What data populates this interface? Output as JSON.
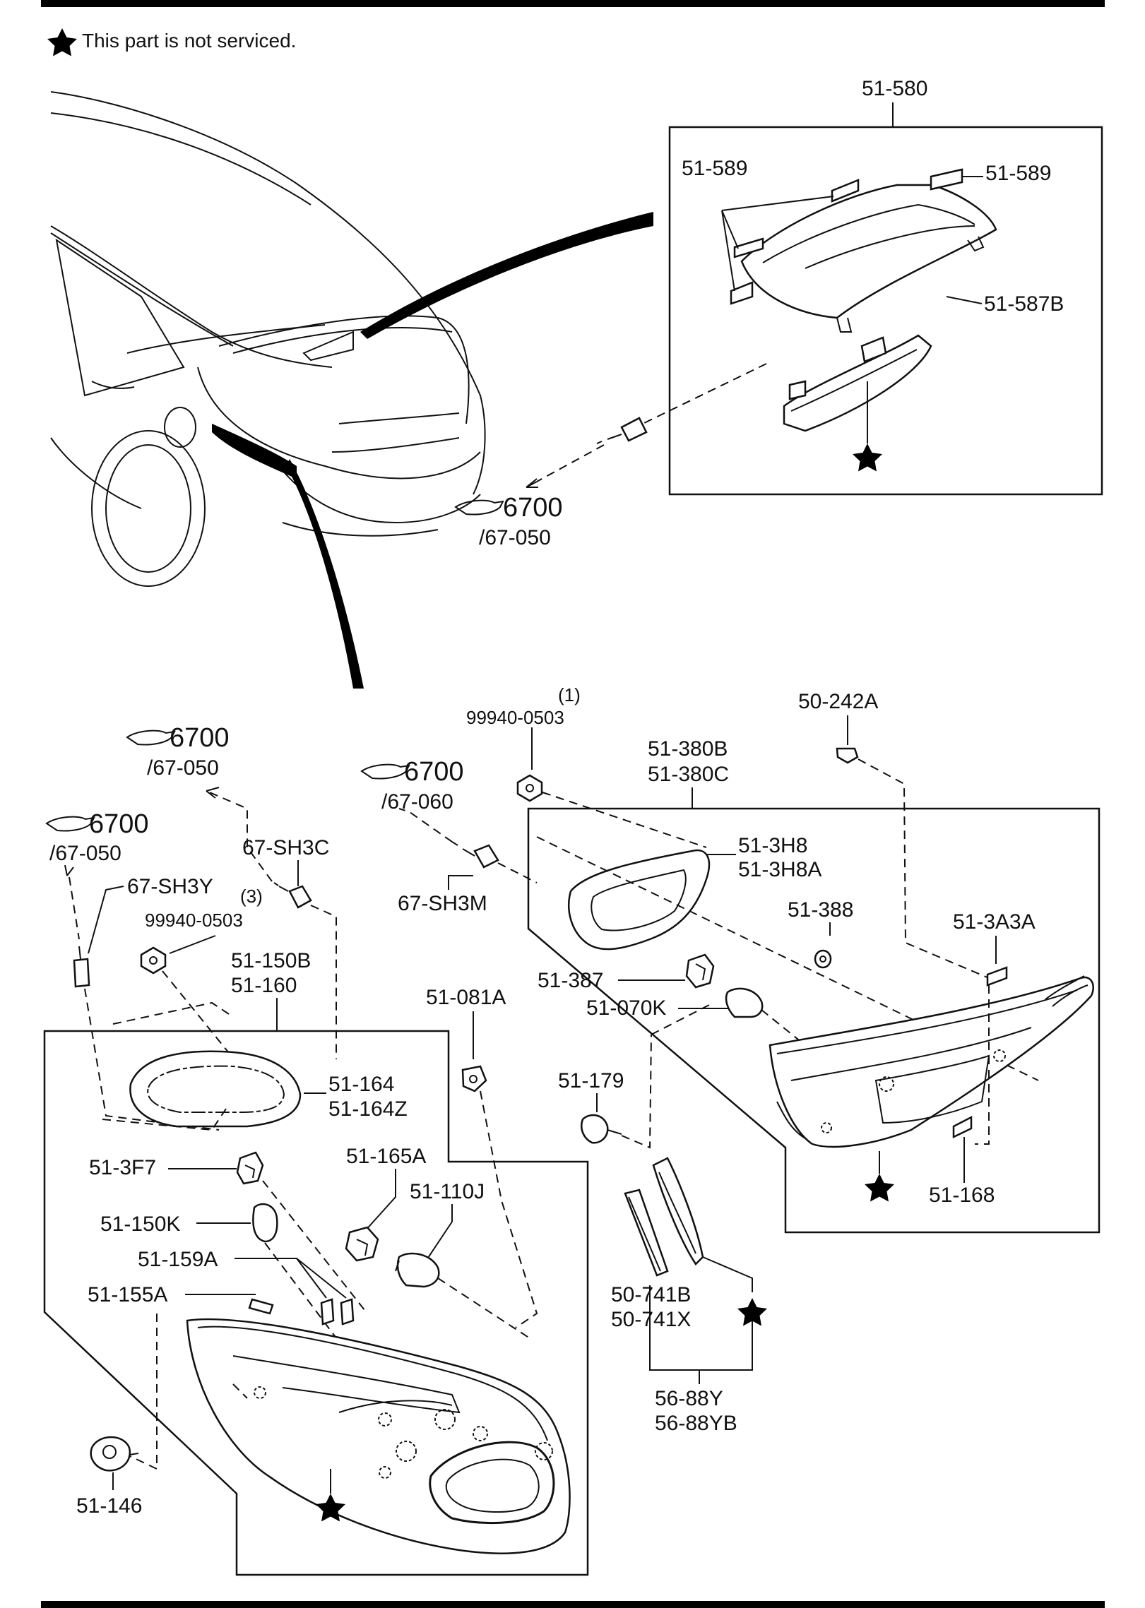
{
  "note": {
    "text": "This part is not serviced."
  },
  "references": [
    {
      "id": "ref-6700-top",
      "num": "6700",
      "sub": "/67-050"
    },
    {
      "id": "ref-6700-left-a",
      "num": "6700",
      "sub": "/67-050"
    },
    {
      "id": "ref-6700-left-b",
      "num": "6700",
      "sub": "/67-050"
    },
    {
      "id": "ref-6700-mid",
      "num": "6700",
      "sub": "/67-060"
    }
  ],
  "labels": {
    "p51_580": "51-580",
    "p51_589_a": "51-589",
    "p51_589_b": "51-589",
    "p51_587B": "51-587B",
    "p99940_0503_top": "99940-0503",
    "p99940_0503_top_qty": "(1)",
    "p50_242A": "50-242A",
    "p51_380B": "51-380B",
    "p51_380C": "51-380C",
    "p67_SH3C": "67-SH3C",
    "p67_SH3Y": "67-SH3Y",
    "p67_SH3M": "67-SH3M",
    "p51_3H8": "51-3H8",
    "p51_3H8A": "51-3H8A",
    "p51_388": "51-388",
    "p51_3A3A": "51-3A3A",
    "p51_387": "51-387",
    "p51_070K": "51-070K",
    "p99940_0503_left": "99940-0503",
    "p99940_0503_left_qty": "(3)",
    "p51_150B": "51-150B",
    "p51_160": "51-160",
    "p51_081A": "51-081A",
    "p51_164": "51-164",
    "p51_164Z": "51-164Z",
    "p51_179": "51-179",
    "p51_168": "51-168",
    "p51_3F7": "51-3F7",
    "p51_165A": "51-165A",
    "p51_110J": "51-110J",
    "p51_150K": "51-150K",
    "p51_159A": "51-159A",
    "p51_155A": "51-155A",
    "p50_741B": "50-741B",
    "p50_741X": "50-741X",
    "p56_88Y": "56-88Y",
    "p56_88YB": "56-88YB",
    "p51_146": "51-146"
  }
}
